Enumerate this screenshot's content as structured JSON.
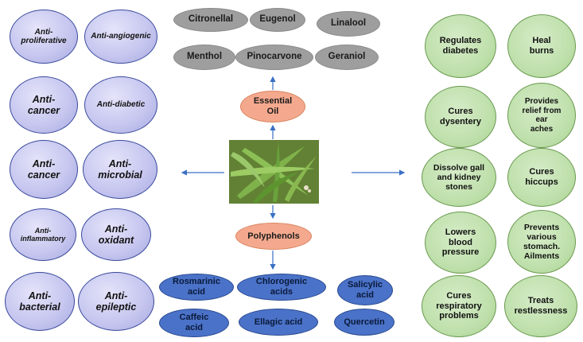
{
  "center": {
    "essential_oil": "Essential\nOil",
    "polyphenols": "Polyphenols"
  },
  "properties": [
    "Anti-\nproliferative",
    "Anti-angiogenic",
    "Anti-\ncancer",
    "Anti-diabetic",
    "Anti-\ncancer",
    "Anti-\nmicrobial",
    "Anti-\ninflammatory",
    "Anti-\noxidant",
    "Anti-\nbacterial",
    "Anti-\nepileptic"
  ],
  "essential_oils": [
    "Citronellal",
    "Eugenol",
    "Linalool",
    "Menthol",
    "Pinocarvone",
    "Geraniol"
  ],
  "polyphenols": [
    "Rosmarinic\nacid",
    "Chlorogenic\nacids",
    "Salicylic\nacid",
    "Caffeic\nacid",
    "Ellagic acid",
    "Quercetin"
  ],
  "benefits": [
    "Regulates\ndiabetes",
    "Heal\nburns",
    "Cures\ndysentery",
    "Provides\nrelief from\near\naches",
    "Dissolve gall\nand kidney\nstones",
    "Cures\nhiccups",
    "Lowers\nblood\npressure",
    "Prevents\nvarious\nstomach.\nAilments",
    "Cures\nrespiratory\nproblems",
    "Treats\nrestlessness"
  ],
  "colors": {
    "property_fill": "#c7c7f0",
    "property_border": "#3a4a9c",
    "oil_fill": "#9e9e9e",
    "polyphenol_fill": "#4a72c8",
    "benefit_fill": "#bfe0ac",
    "center_fill": "#f4a98e",
    "arrow": "#3a6fc4"
  }
}
